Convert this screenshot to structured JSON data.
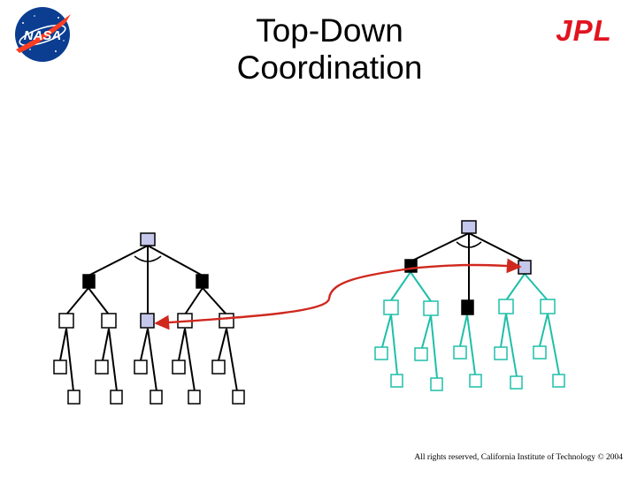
{
  "title": {
    "line1": "Top-Down",
    "line2": "Coordination"
  },
  "logos": {
    "left": "NASA",
    "right": "JPL"
  },
  "footer": "All rights reserved, California Institute of Technology © 2004",
  "colors": {
    "root_node": "#c5c8ec",
    "coordinator_node": "#000000",
    "leaf_node": "#ffffff",
    "left_tree_lines": "#000000",
    "right_tree_lines": "#1fbfa8",
    "coordination_arrow": "#d0281e",
    "nasa_blue": "#0b3d91",
    "nasa_red": "#fc3d21",
    "jpl_red": "#e1141f"
  },
  "icons": [
    "nasa-logo-icon",
    "jpl-logo-icon"
  ]
}
